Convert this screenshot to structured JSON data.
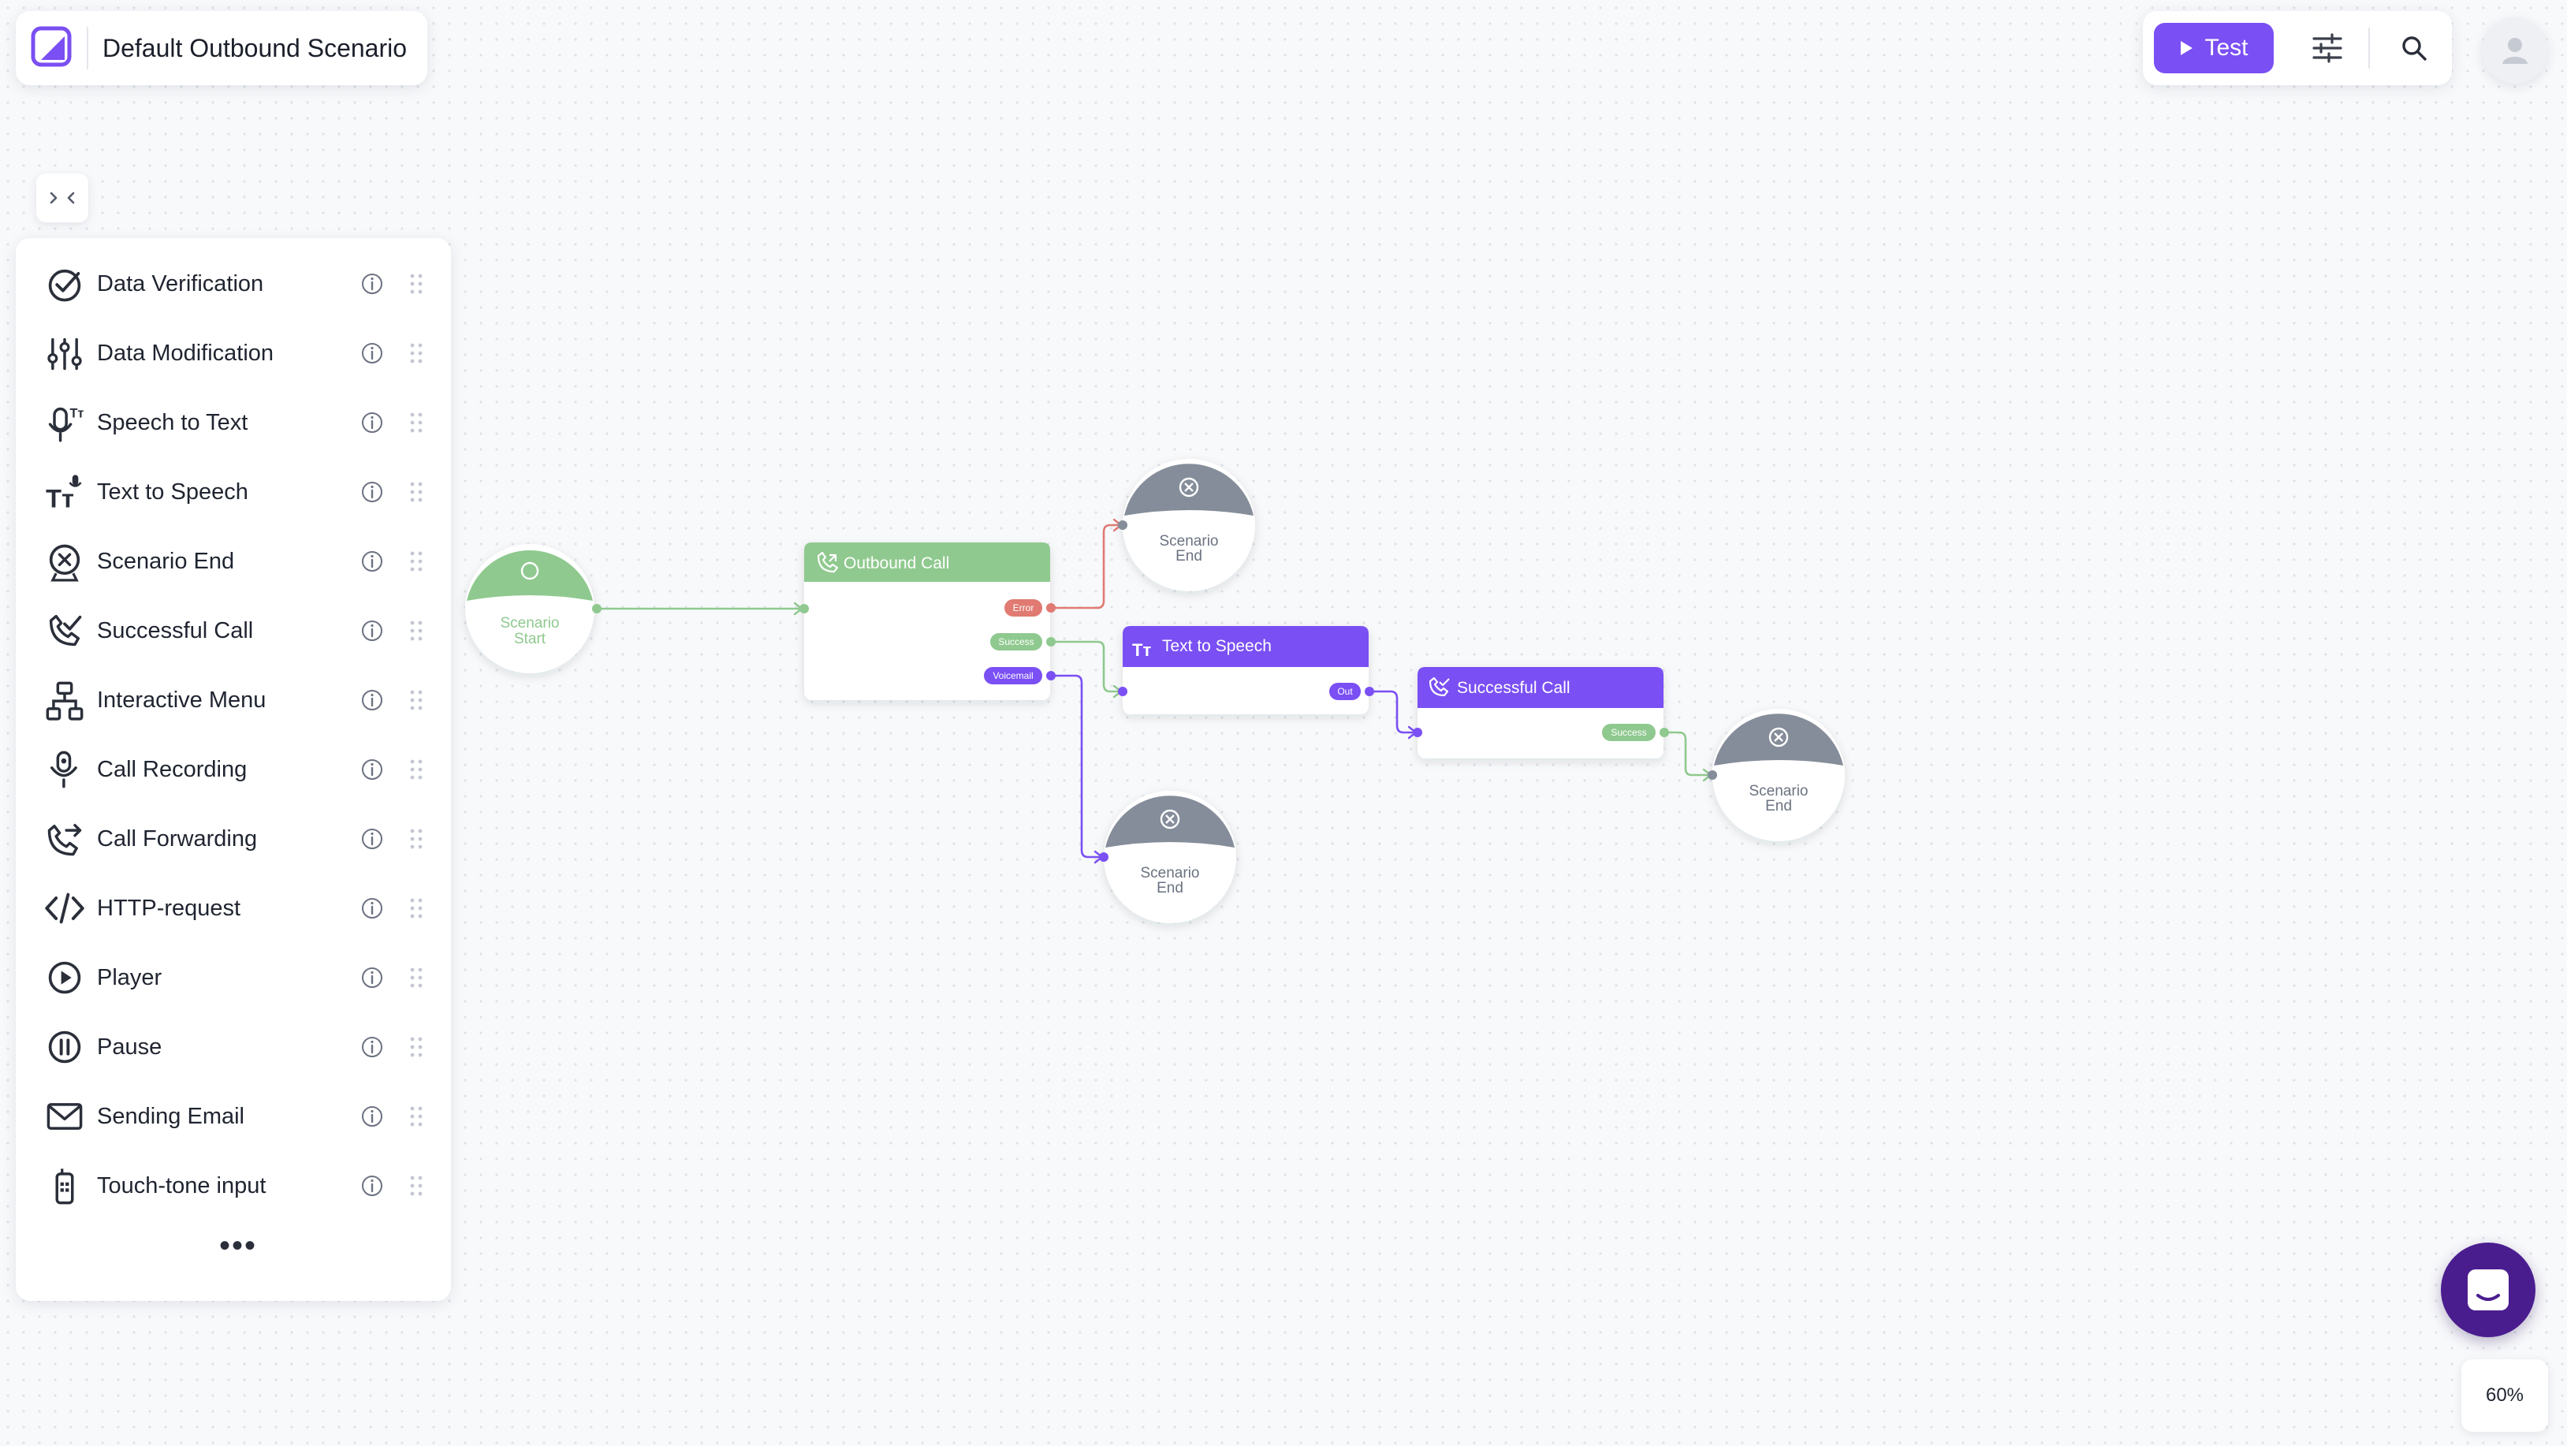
{
  "header": {
    "title": "Default Outbound Scenario"
  },
  "toolbar": {
    "test_label": "Test"
  },
  "sidebar": {
    "items": [
      {
        "label": "Data Verification",
        "icon": "check-circle-icon"
      },
      {
        "label": "Data Modification",
        "icon": "sliders-icon"
      },
      {
        "label": "Speech to Text",
        "icon": "mic-text-icon"
      },
      {
        "label": "Text to Speech",
        "icon": "text-speech-icon"
      },
      {
        "label": "Scenario End",
        "icon": "close-circle-icon"
      },
      {
        "label": "Successful Call",
        "icon": "phone-check-icon"
      },
      {
        "label": "Interactive Menu",
        "icon": "hierarchy-icon"
      },
      {
        "label": "Call Recording",
        "icon": "record-icon"
      },
      {
        "label": "Call Forwarding",
        "icon": "phone-forward-icon"
      },
      {
        "label": "HTTP-request",
        "icon": "code-icon"
      },
      {
        "label": "Player",
        "icon": "play-circle-icon"
      },
      {
        "label": "Pause",
        "icon": "pause-circle-icon"
      },
      {
        "label": "Sending Email",
        "icon": "mail-icon"
      },
      {
        "label": "Touch-tone input",
        "icon": "phone-keypad-icon"
      }
    ],
    "more": "•••"
  },
  "canvas": {
    "start": {
      "line1": "Scenario",
      "line2": "Start"
    },
    "outbound_call": {
      "title": "Outbound Call",
      "ports": [
        "Error",
        "Success",
        "Voicemail"
      ]
    },
    "text_to_speech": {
      "title": "Text to Speech",
      "port": "Out"
    },
    "successful_call": {
      "title": "Successful Call",
      "port": "Success"
    },
    "end_node": {
      "line1": "Scenario",
      "line2": "End"
    }
  },
  "zoom": {
    "level": "60%"
  },
  "colors": {
    "accent": "#7a4ff3",
    "green": "#8fc98f",
    "gray": "#858d9a",
    "error": "#e07a72",
    "chat": "#4a1d8f"
  }
}
